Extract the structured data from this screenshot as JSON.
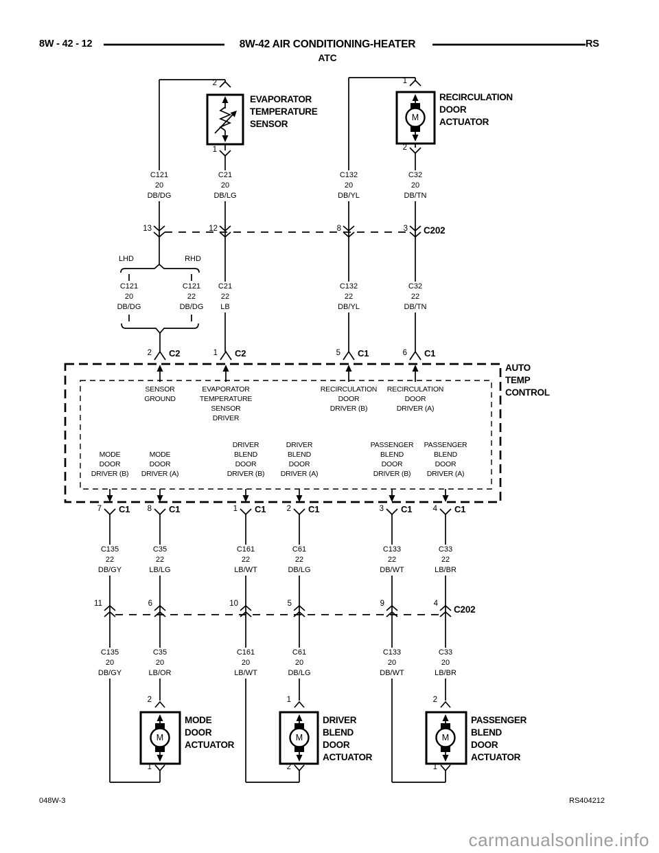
{
  "header": {
    "page_ref": "8W - 42 - 12",
    "title": "8W-42 AIR CONDITIONING-HEATER",
    "section": "ATC",
    "code": "RS"
  },
  "components": {
    "evaporator_temperature_sensor": {
      "name_lines": [
        "EVAPORATOR",
        "TEMPERATURE",
        "SENSOR"
      ],
      "top_pin": "2",
      "bottom_pin": "1"
    },
    "recirculation_door_actuator": {
      "name_lines": [
        "RECIRCULATION",
        "DOOR",
        "ACTUATOR"
      ],
      "top_pin": "1",
      "bottom_pin": "2",
      "motor_label": "M"
    },
    "mode_door_actuator": {
      "name_lines": [
        "MODE",
        "DOOR",
        "ACTUATOR"
      ],
      "top_pin": "2",
      "bottom_pin": "1",
      "motor_label": "M"
    },
    "driver_blend_door_actuator": {
      "name_lines": [
        "DRIVER",
        "BLEND",
        "DOOR",
        "ACTUATOR"
      ],
      "top_pin": "1",
      "bottom_pin": "2",
      "motor_label": "M"
    },
    "passenger_blend_door_actuator": {
      "name_lines": [
        "PASSENGER",
        "BLEND",
        "DOOR",
        "ACTUATOR"
      ],
      "top_pin": "2",
      "bottom_pin": "1",
      "motor_label": "M"
    },
    "auto_temp_control": {
      "name_lines": [
        "AUTO",
        "TEMP",
        "CONTROL"
      ]
    }
  },
  "atc": {
    "top_functions": [
      [
        "SENSOR",
        "GROUND"
      ],
      [
        "EVAPORATOR",
        "TEMPERATURE",
        "SENSOR",
        "DRIVER"
      ],
      [
        "RECIRCULATION",
        "DOOR",
        "DRIVER (B)"
      ],
      [
        "RECIRCULATION",
        "DOOR",
        "DRIVER (A)"
      ]
    ],
    "bottom_functions": [
      [
        "MODE",
        "DOOR",
        "DRIVER (B)"
      ],
      [
        "MODE",
        "DOOR",
        "DRIVER (A)"
      ],
      [
        "DRIVER",
        "BLEND",
        "DOOR",
        "DRIVER (B)"
      ],
      [
        "DRIVER",
        "BLEND",
        "DOOR",
        "DRIVER (A)"
      ],
      [
        "PASSENGER",
        "BLEND",
        "DOOR",
        "DRIVER (B)"
      ],
      [
        "PASSENGER",
        "BLEND",
        "DOOR",
        "DRIVER (A)"
      ]
    ]
  },
  "connectors": {
    "c202_top": {
      "label": "C202",
      "pins": [
        "13",
        "12",
        "8",
        "3"
      ]
    },
    "c202_bottom": {
      "label": "C202",
      "pins": [
        "11",
        "6",
        "10",
        "5",
        "9",
        "4"
      ]
    },
    "atc_top": [
      {
        "pin": "2",
        "label": "C2"
      },
      {
        "pin": "1",
        "label": "C2"
      },
      {
        "pin": "5",
        "label": "C1"
      },
      {
        "pin": "6",
        "label": "C1"
      }
    ],
    "atc_bottom": [
      {
        "pin": "7",
        "label": "C1"
      },
      {
        "pin": "8",
        "label": "C1"
      },
      {
        "pin": "1",
        "label": "C1"
      },
      {
        "pin": "2",
        "label": "C1"
      },
      {
        "pin": "3",
        "label": "C1"
      },
      {
        "pin": "4",
        "label": "C1"
      }
    ]
  },
  "wires": {
    "top_row": [
      [
        "C121",
        "20",
        "DB/DG"
      ],
      [
        "C21",
        "20",
        "DB/LG"
      ],
      [
        "C132",
        "20",
        "DB/YL"
      ],
      [
        "C32",
        "20",
        "DB/TN"
      ]
    ],
    "mid_row": [
      [
        "C121",
        "20",
        "DB/DG"
      ],
      [
        "C121",
        "22",
        "DB/DG"
      ],
      [
        "C21",
        "22",
        "LB"
      ],
      [
        "C132",
        "22",
        "DB/YL"
      ],
      [
        "C32",
        "22",
        "DB/TN"
      ]
    ],
    "lower_row": [
      [
        "C135",
        "22",
        "DB/GY"
      ],
      [
        "C35",
        "22",
        "LB/LG"
      ],
      [
        "C161",
        "22",
        "LB/WT"
      ],
      [
        "C61",
        "22",
        "DB/LG"
      ],
      [
        "C133",
        "22",
        "DB/WT"
      ],
      [
        "C33",
        "22",
        "LB/BR"
      ]
    ],
    "bottom_row": [
      [
        "C135",
        "20",
        "DB/GY"
      ],
      [
        "C35",
        "20",
        "LB/OR"
      ],
      [
        "C161",
        "20",
        "LB/WT"
      ],
      [
        "C61",
        "20",
        "DB/LG"
      ],
      [
        "C133",
        "20",
        "DB/WT"
      ],
      [
        "C33",
        "20",
        "LB/BR"
      ]
    ]
  },
  "branch": {
    "left": "LHD",
    "right": "RHD"
  },
  "footer": {
    "left": "048W-3",
    "right": "RS404212",
    "watermark": "carmanualsonline.info"
  },
  "colors": {
    "wire": "#000000",
    "background": "#ffffff",
    "watermark_gray": "#9e9e9e"
  }
}
